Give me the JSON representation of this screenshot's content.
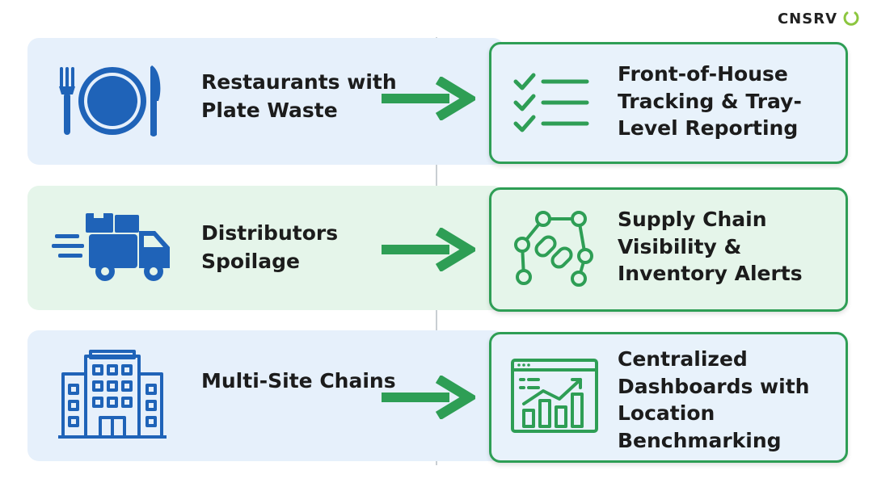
{
  "brand": {
    "name": "CNSRV",
    "logo_icon": "open-ring-icon",
    "logo_color": "#8cc63f"
  },
  "colors": {
    "blue_band": "#e6f0fb",
    "green_band": "#e5f5ea",
    "box_border": "#2e9e55",
    "arrow": "#2e9e55",
    "icon_blue": "#1f63b8"
  },
  "rows": [
    {
      "left_icon": "plate-utensils-icon",
      "left_label": "Restaurants with Plate Waste",
      "right_icon": "checklist-icon",
      "right_label": "Front-of-House Tracking & Tray-Level Reporting"
    },
    {
      "left_icon": "delivery-truck-icon",
      "left_label": "Distributors Spoilage",
      "right_icon": "chain-network-icon",
      "right_label": "Supply Chain Visibility & Inventory Alerts"
    },
    {
      "left_icon": "office-building-icon",
      "left_label": "Multi-Site Chains",
      "right_icon": "analytics-dashboard-icon",
      "right_label": "Centralized Dashboards with Location Benchmarking"
    }
  ]
}
